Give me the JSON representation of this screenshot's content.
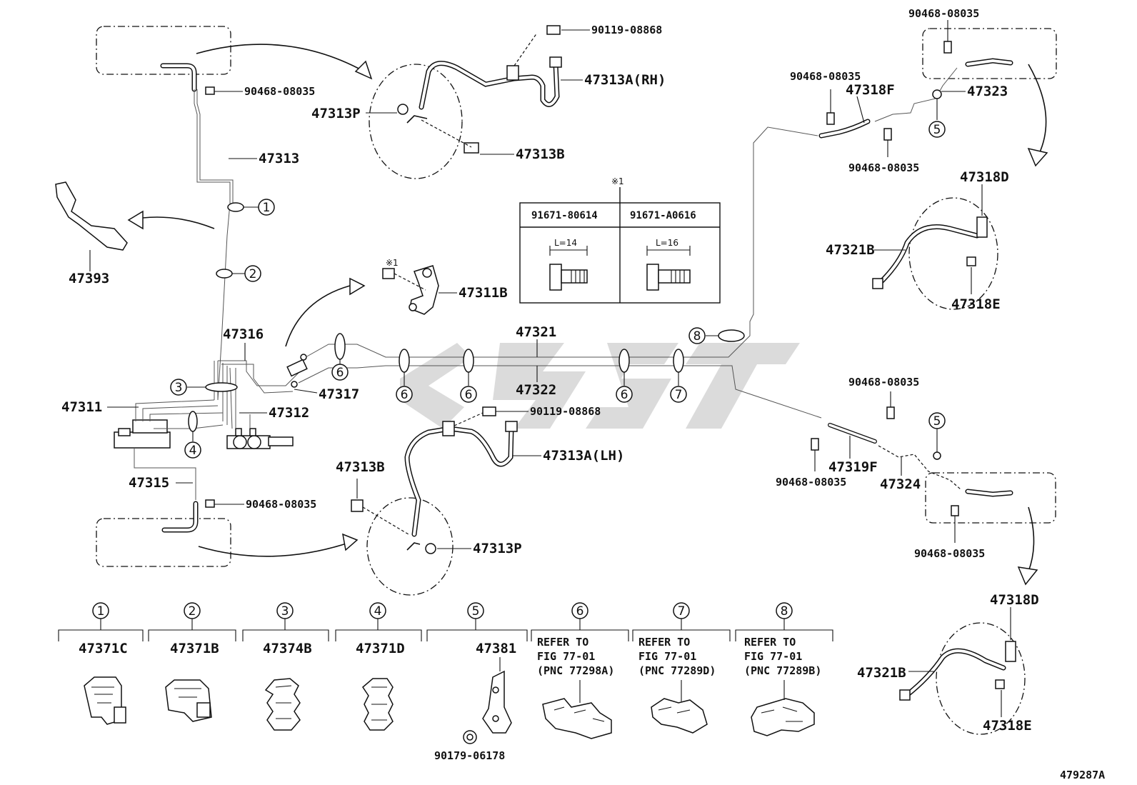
{
  "figure_id": "479287A",
  "labels": {
    "p47313": "47313",
    "p47393": "47393",
    "p47316": "47316",
    "p47311": "47311",
    "p47312": "47312",
    "p47317": "47317",
    "p47315": "47315",
    "p47311B": "47311B",
    "p47321": "47321",
    "p47322": "47322",
    "p47313A_RH": "47313A(RH)",
    "p47313P_top": "47313P",
    "p47313B_top": "47313B",
    "p47313A_LH": "47313A(LH)",
    "p47313B_low": "47313B",
    "p47313P_low": "47313P",
    "p90119_top": "90119-08868",
    "p90119_low": "90119-08868",
    "p90468_tl": "90468-08035",
    "p90468_bl": "90468-08035",
    "p90468_tr_top": "90468-08035",
    "p90468_tr_left": "90468-08035",
    "p90468_tr_mid": "90468-08035",
    "p90468_r_mid": "90468-08035",
    "p90468_r_left": "90468-08035",
    "p90468_r_bot": "90468-08035",
    "p47318F": "47318F",
    "p47323": "47323",
    "p47318D_top": "47318D",
    "p47321B_top": "47321B",
    "p47318E_top": "47318E",
    "p47319F": "47319F",
    "p47324": "47324",
    "p47318D_bot": "47318D",
    "p47321B_bot": "47321B",
    "p47318E_bot": "47318E",
    "note1": "※1",
    "note1_small": "※1"
  },
  "callouts": [
    "1",
    "2",
    "3",
    "4",
    "5",
    "6",
    "7",
    "8"
  ],
  "bolt_table": {
    "columns": [
      "91671-80614",
      "91671-A0616"
    ],
    "lengths": [
      "L=14",
      "L=16"
    ]
  },
  "legend": [
    {
      "num": "1",
      "part": "47371C"
    },
    {
      "num": "2",
      "part": "47371B"
    },
    {
      "num": "3",
      "part": "47374B"
    },
    {
      "num": "4",
      "part": "47371D"
    },
    {
      "num": "5",
      "part": "47381",
      "extra": "90179-06178"
    },
    {
      "num": "6",
      "ref": [
        "REFER TO",
        "FIG 77-01",
        "(PNC 77298A)"
      ]
    },
    {
      "num": "7",
      "ref": [
        "REFER TO",
        "FIG 77-01",
        "(PNC 77289D)"
      ]
    },
    {
      "num": "8",
      "ref": [
        "REFER TO",
        "FIG 77-01",
        "(PNC 77289B)"
      ]
    }
  ]
}
